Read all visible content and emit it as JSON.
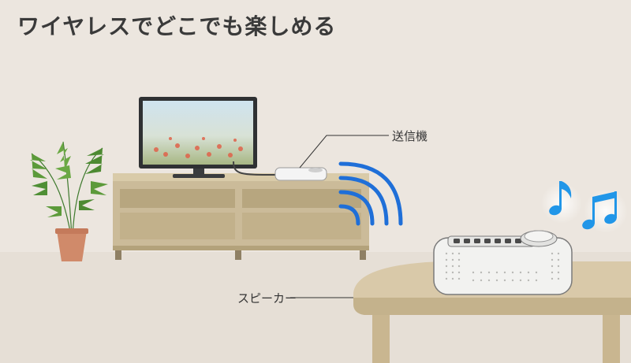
{
  "headline": "ワイヤレスでどこでも楽しめる",
  "labels": {
    "transmitter": "送信機",
    "speaker": "スピーカー"
  },
  "icons": {
    "music": "music-note-icon",
    "wireless": "wireless-signal-icon"
  },
  "colors": {
    "background": "#ece6df",
    "headline": "#3a3a3a",
    "wave": "#1f6fd8",
    "note": "#2196e8",
    "furniture": "#cbbb99",
    "table": "#d9c9a9"
  }
}
